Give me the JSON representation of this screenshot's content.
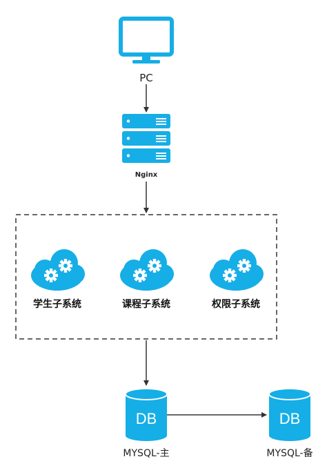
{
  "pc": {
    "label": "PC"
  },
  "nginx": {
    "label": "Nginx"
  },
  "subsystems": [
    {
      "label": "学生子系统"
    },
    {
      "label": "课程子系统"
    },
    {
      "label": "权限子系统"
    }
  ],
  "databases": [
    {
      "icon_text": "DB",
      "label": "MYSQL-主"
    },
    {
      "icon_text": "DB",
      "label": "MYSQL-备"
    }
  ],
  "colors": {
    "accent": "#16aee6",
    "line": "#333333"
  }
}
